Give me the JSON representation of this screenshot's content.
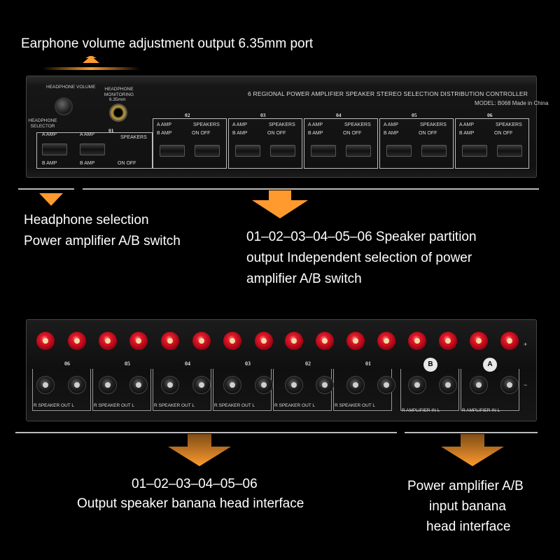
{
  "labels": {
    "earphone_port": "Earphone volume adjustment output 6.35mm port",
    "headphone_selection_line1": "Headphone selection",
    "headphone_selection_line2": "Power amplifier A/B switch",
    "speaker_partition_line1": "01–02–03–04–05–06 Speaker partition",
    "speaker_partition_line2": "output Independent selection of power",
    "speaker_partition_line3": "amplifier A/B switch",
    "output_line1": "01–02–03–04–05–06",
    "output_line2": "Output speaker banana head interface",
    "input_line1": "Power amplifier A/B",
    "input_line2": "input banana",
    "input_line3": "head interface"
  },
  "front_panel": {
    "title": "6 REGIONAL POWER AMPLIFIER SPEAKER STEREO SELECTION DISTRIBUTION CONTROLLER",
    "model": "MODEL: B068    Made in China",
    "headphone_volume": "HEADPHONE  VOLUME",
    "headphone_monitoring": "HEADPHONE MONITORING",
    "jack_size": "6.35mm",
    "headphone_selector": "HEADPHONE SELECTOR",
    "amp_a": "A AMP",
    "amp_b": "B AMP",
    "speakers": "SPEAKERS",
    "on_off": "ON  OFF",
    "zones": [
      "01",
      "02",
      "03",
      "04",
      "05",
      "06"
    ]
  },
  "back_panel": {
    "outputs": [
      "06",
      "05",
      "04",
      "03",
      "02",
      "01"
    ],
    "inputs": [
      "B",
      "A"
    ],
    "speaker_out": "R SPEAKER OUT L",
    "amplifier_in": "R AMPLIFIER IN L",
    "plus": "+",
    "minus": "−"
  },
  "colors": {
    "accent_arrow": "#ff9a2e",
    "binding_post_red": "#e01a2a"
  }
}
